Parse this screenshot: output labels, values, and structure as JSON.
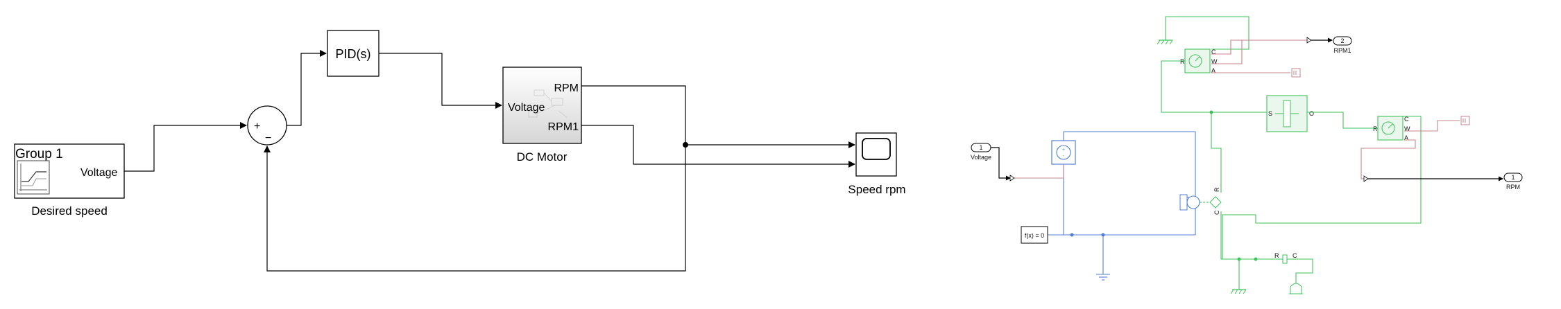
{
  "left_model": {
    "source_block": {
      "title": "Group 1",
      "port": "Voltage",
      "caption": "Desired speed"
    },
    "sum_block": {
      "signs": [
        "+",
        "−"
      ]
    },
    "pid_block": {
      "label": "PID(s)"
    },
    "motor_block": {
      "in_port": "Voltage",
      "out_port_1": "RPM",
      "out_port_2": "RPM1",
      "caption": "DC Motor"
    },
    "scope_block": {
      "caption": "Speed rpm"
    }
  },
  "right_model": {
    "in_port": {
      "number": "1",
      "caption": "Voltage"
    },
    "out_port_1": {
      "number": "1",
      "caption": "RPM"
    },
    "out_port_2": {
      "number": "2",
      "caption": "RPM1"
    },
    "solver_block": {
      "label": "f(x) = 0"
    },
    "motor_ports": {
      "c": "C",
      "r": "R"
    },
    "sensor_1_ports": {
      "r": "R",
      "c": "C",
      "w": "W",
      "a": "A"
    },
    "sensor_2_ports": {
      "r": "R",
      "c": "C",
      "w": "W",
      "a": "A"
    },
    "converter_ports": {
      "s": "S",
      "o": "O"
    },
    "inertia_ports": {
      "r": "R",
      "c": "C"
    }
  },
  "colors": {
    "mechanical": "#3ec25a",
    "electrical": "#4f7fd1",
    "physical_signal": "#c7848c",
    "signal": "#000000"
  }
}
